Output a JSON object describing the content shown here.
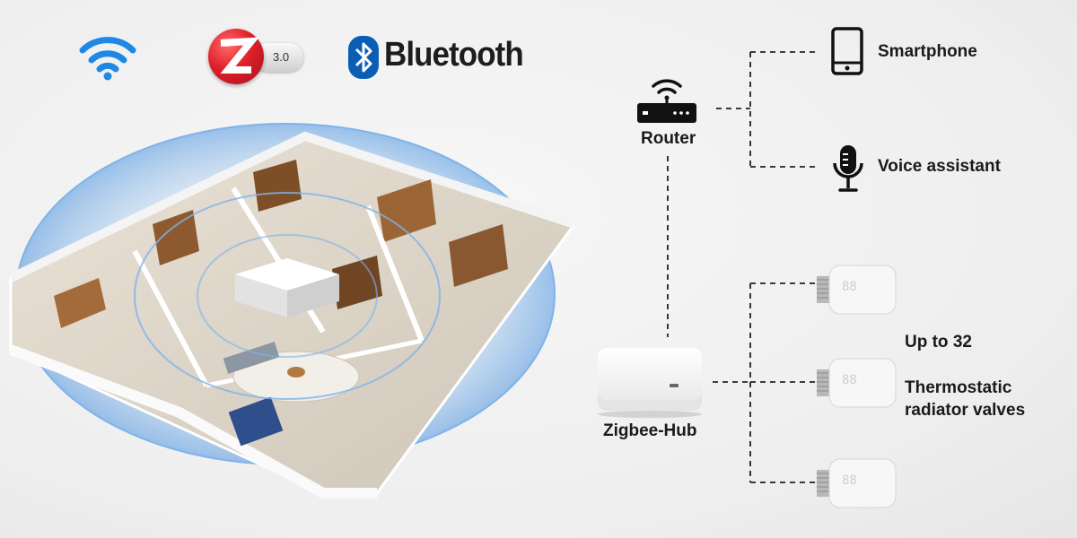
{
  "logos": {
    "wifi_icon": "wifi-icon",
    "zigbee": {
      "icon": "zigbee-logo-icon",
      "version": "3.0",
      "color": "#e0202a"
    },
    "bluetooth": {
      "icon": "bluetooth-icon",
      "label": "Bluetooth",
      "color": "#0a5fb4"
    }
  },
  "illustration": {
    "icon": "smart-home-floorplan-with-signal-coverage",
    "signal_color": "#5aa0e6"
  },
  "nodes": {
    "router": {
      "label": "Router",
      "icon": "router-icon"
    },
    "smartphone": {
      "label": "Smartphone",
      "icon": "smartphone-icon"
    },
    "voice_assistant": {
      "label": "Voice assistant",
      "icon": "microphone-icon"
    },
    "hub": {
      "label": "Zigbee-Hub",
      "icon": "zigbee-hub-icon"
    },
    "valves": {
      "icon": "thermostatic-valve-icon",
      "count_label": "Up to 32",
      "label": "Thermostatic radiator valves",
      "shown": 3
    }
  },
  "connector_style": "dashed"
}
